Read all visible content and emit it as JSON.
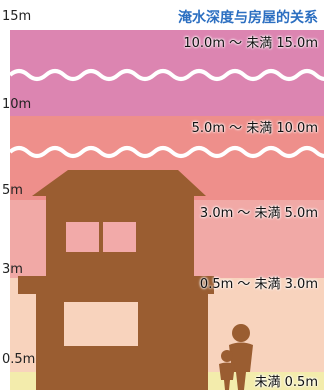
{
  "title": "淹水深度与房屋的关系",
  "depth_markers": {
    "m15": "15m",
    "m10": "10m",
    "m5": "5m",
    "m3": "3m",
    "m05": "0.5m"
  },
  "ranges": {
    "r1": "10.0m ～ 未満 15.0m",
    "r2": "5.0m ～ 未満 10.0m",
    "r3": "3.0m ～ 未満 5.0m",
    "r4": "0.5m ～ 未満 3.0m",
    "r5": "未満 0.5m"
  },
  "colors": {
    "band_10_15": "#dc85b1",
    "band_5_10": "#ee8f8b",
    "band_3_5": "#f1a9a6",
    "band_05_3": "#f8d3bd",
    "band_0_05": "#f3ecac",
    "house": "#9a5d31",
    "title": "#2c6fc1"
  },
  "icons": [
    "house-icon",
    "adult-figure-icon",
    "child-figure-icon",
    "wave-icon"
  ]
}
